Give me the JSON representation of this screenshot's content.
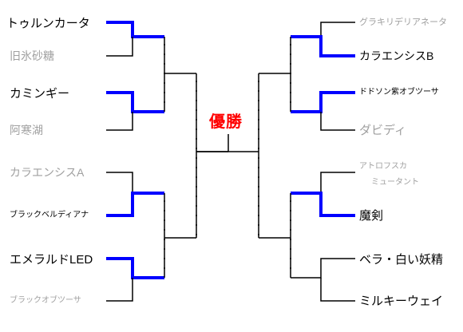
{
  "champion_label": "優勝",
  "left": [
    {
      "name": "トゥルンカータ",
      "won": true
    },
    {
      "name": "旧氷砂糖",
      "won": false
    },
    {
      "name": "カミンギー",
      "won": true
    },
    {
      "name": "阿寒湖",
      "won": false
    },
    {
      "name": "カラエンシスA",
      "won": false
    },
    {
      "name": "ブラックベルディアナ",
      "won": true
    },
    {
      "name": "エメラルドLED",
      "won": true
    },
    {
      "name": "ブラックオブツーサ",
      "won": false
    }
  ],
  "right": [
    {
      "name": "グラキリデリアネータ",
      "won": false
    },
    {
      "name": "カラエンシスB",
      "won": true
    },
    {
      "name": "ドドソン紫オブツーサ",
      "won": true
    },
    {
      "name": "ダビディ",
      "won": false
    },
    {
      "name": "アトロフスカ",
      "won": false
    },
    {
      "name": "ミュータント",
      "won": false
    },
    {
      "name": "魔剣",
      "won": true
    },
    {
      "name": "ベラ・白い妖精",
      "won": true
    },
    {
      "name": "ミルキーウェイ",
      "won": true
    }
  ],
  "colors": {
    "win_line": "#0000ff",
    "line": "#000000",
    "champion": "#ff0000",
    "winner_text": "#000000",
    "loser_text": "#a0a0a0"
  }
}
